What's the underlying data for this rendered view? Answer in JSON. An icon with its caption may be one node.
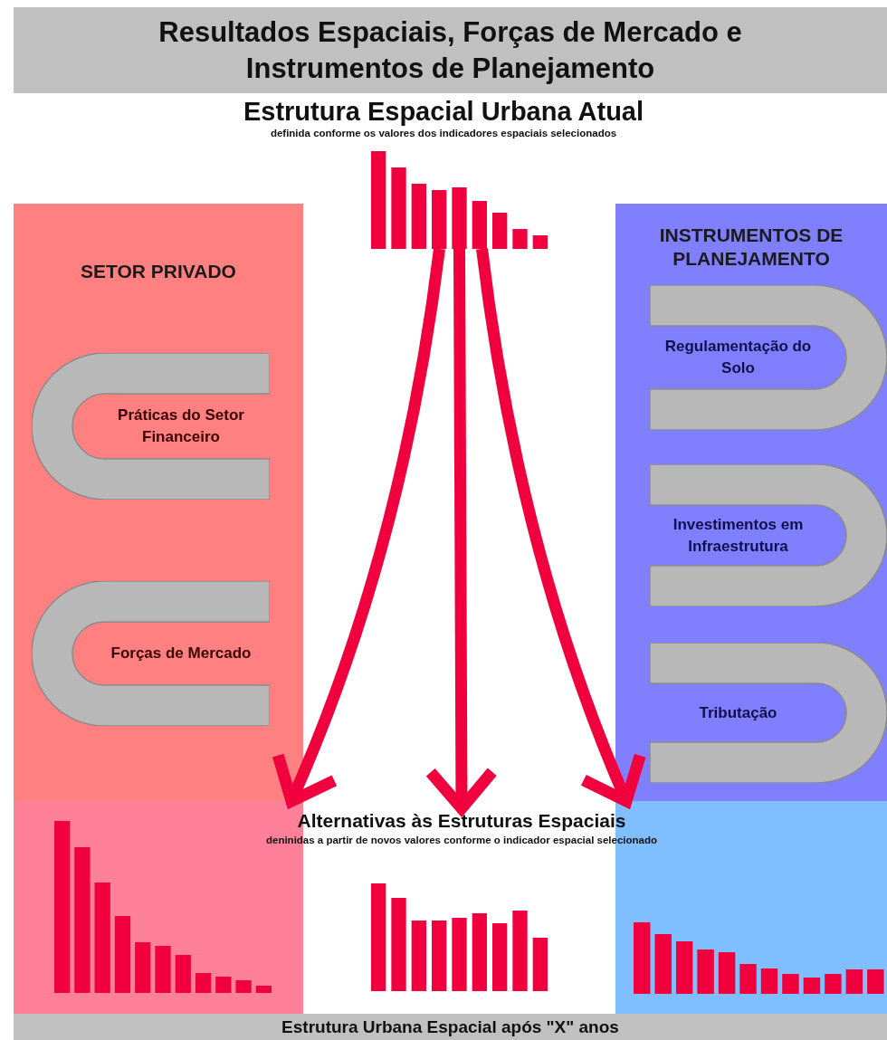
{
  "diagram": {
    "title": "Resultados Espaciais, Forças de Mercado e Instrumentos de Planejamento",
    "nodes": [
      {
        "text": [
          "Estrutura Espacial Urbana Atual",
          "definida conforme os valores dos indicadores espaciais selecionados"
        ]
      },
      {
        "text": [],
        "shape": "picture"
      },
      {
        "text": [
          "SETOR PRIVADO"
        ]
      },
      {
        "text": [
          "Práticas do Setor Financeiro"
        ],
        "in": 2
      },
      {
        "text": [
          "Forças de Mercado"
        ],
        "in": 2
      },
      {
        "text": [
          "INSTRUMENTOS DE PLANEJAMENTO"
        ]
      },
      {
        "text": [
          "Regulamentação do Solo"
        ],
        "in": 5
      },
      {
        "text": [
          "Investimentos em Infraestrutura"
        ],
        "in": 5
      },
      {
        "text": [
          "Tributação"
        ],
        "in": 5
      },
      {
        "text": [],
        "shape": "box"
      },
      {
        "text": [
          "Alternativas às Estruturas Espaciais",
          "deninidas a partir de novos valores conforme o indicador espacial selecionado"
        ]
      },
      {
        "text": [],
        "shape": "box"
      },
      {
        "text": [
          "Estrutura Urbana Espacial após \"X\" anos"
        ]
      }
    ],
    "edges": [
      {
        "from": 1,
        "to": 9,
        "arrow": "to"
      },
      {
        "from": 1,
        "to": 10,
        "arrow": "to"
      },
      {
        "from": 1,
        "to": 11,
        "arrow": "to"
      }
    ]
  }
}
